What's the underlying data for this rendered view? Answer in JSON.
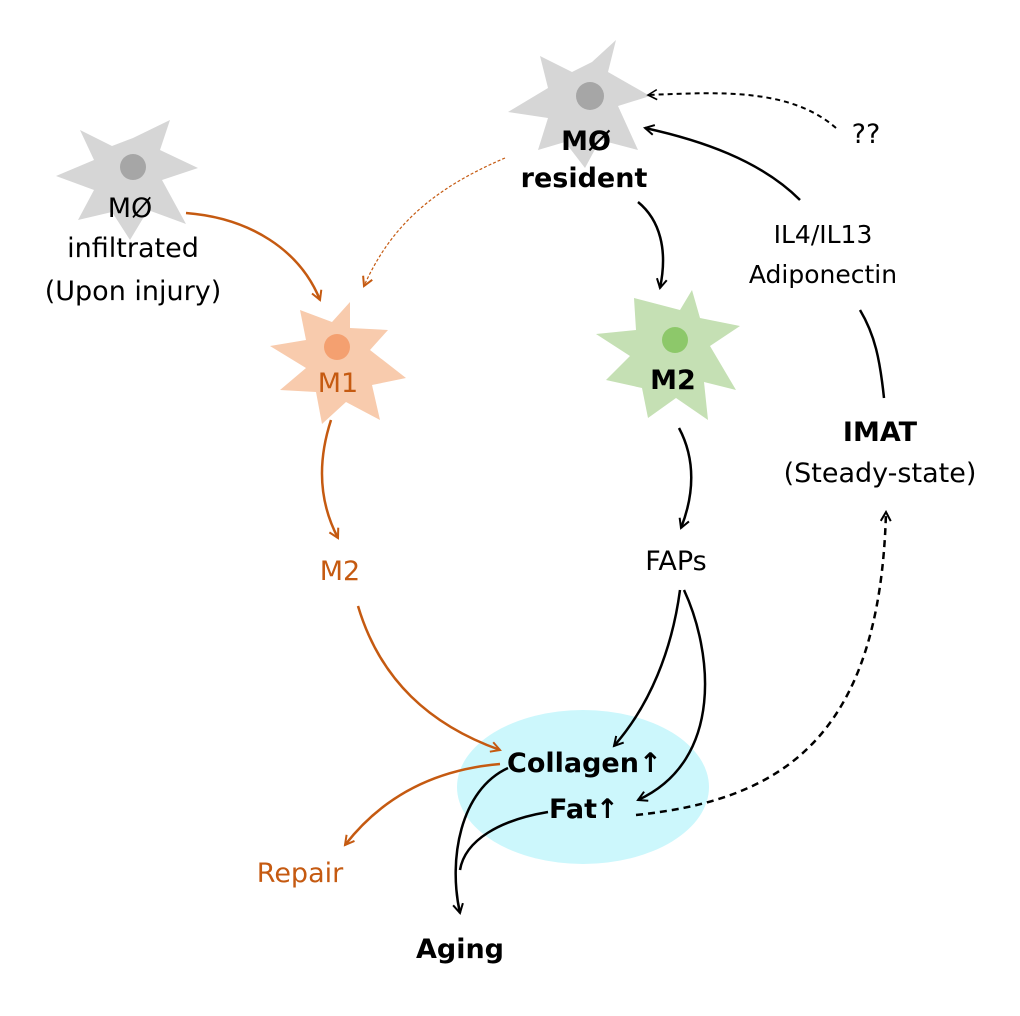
{
  "colors": {
    "orange": "#c55a11",
    "black": "#000000",
    "cell_gray": "#d6d6d6",
    "nucleus_gray": "#a6a6a6",
    "m1_cell": "#f8cbad",
    "m1_nucleus": "#f4a070",
    "m2_cell": "#c5e0b4",
    "m2_nucleus": "#8dc86a",
    "ellipse": "#ccf7fc"
  },
  "cells": {
    "resident": {
      "line1": "MØ",
      "line2": "resident"
    },
    "infiltrated": {
      "line1": "MØ",
      "line2": "infiltrated",
      "line3": "(Upon injury)"
    },
    "m1": {
      "label": "M1"
    },
    "m2_green": {
      "label": "M2"
    }
  },
  "labels": {
    "unknown": "??",
    "il4": "IL4/IL13",
    "adiponectin": "Adiponectin",
    "imat": "IMAT",
    "imat_sub": "(Steady-state)",
    "m2_orange": "M2",
    "faps": "FAPs",
    "collagen": "Collagen",
    "fat": "Fat",
    "up_arrow": "↑",
    "repair": "Repair",
    "aging": "Aging"
  }
}
